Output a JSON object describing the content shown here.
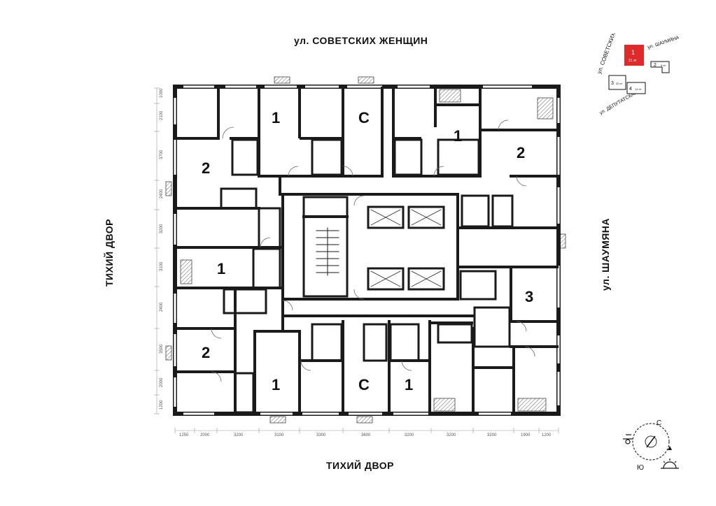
{
  "streets": {
    "top": "ул. СОВЕТСКИХ ЖЕНЩИН",
    "bottom": "ТИХИЙ ДВОР",
    "left": "ТИХИЙ ДВОР",
    "right": "ул. ШАУМЯНА"
  },
  "rooms": {
    "r1": "2",
    "r2": "1",
    "r3": "С",
    "r4": "1",
    "r5": "2",
    "r6": "1",
    "r7": "3",
    "r8": "2",
    "r9": "1",
    "r10": "С",
    "r11": "1"
  },
  "dims_bottom": [
    "1250",
    "2000",
    "3200",
    "3100",
    "3300",
    "3600",
    "3200",
    "3200",
    "3200",
    "1900",
    "1200"
  ],
  "dims_left": [
    "1000",
    "2100",
    "3700",
    "2400",
    "3200",
    "3100",
    "2400",
    "3500",
    "2000",
    "1200"
  ],
  "key_plan": {
    "street_top": "ул. СОВЕТСКИХ ЖЕНЩИН",
    "street_right": "ул. ШАУМЯНА",
    "street_bottom": "ул. ДЕПУТАТСКАЯ",
    "section_1": "1",
    "section_1_sub": "21 эт",
    "section_2": "2",
    "section_2_sub": "9 эт",
    "section_3": "3",
    "section_3_sub": "20 эт",
    "section_4": "4",
    "section_4_sub": "13 эт",
    "highlight_color": "#e02a2a"
  },
  "compass": {
    "north": "С",
    "south": "Ю"
  }
}
